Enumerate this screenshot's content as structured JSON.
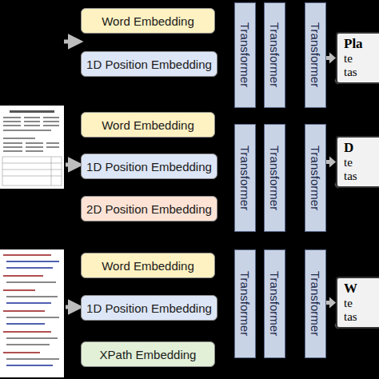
{
  "diagram": {
    "nodes": [
      {
        "text": [
          "Word Embedding"
        ]
      },
      {
        "text": [
          "1D Position Embedding"
        ]
      },
      {
        "text": [
          "Transformer"
        ]
      },
      {
        "text": [
          "Transformer"
        ]
      },
      {
        "text": [
          "Transformer"
        ]
      },
      {
        "text": [
          "Pla",
          "te tas"
        ]
      },
      {
        "text": [
          "Word Embedding"
        ]
      },
      {
        "text": [
          "1D Position Embedding"
        ]
      },
      {
        "text": [
          "2D Position Embedding"
        ]
      },
      {
        "text": [
          "Transformer"
        ]
      },
      {
        "text": [
          "Transformer"
        ]
      },
      {
        "text": [
          "Transformer"
        ]
      },
      {
        "text": [
          "D",
          "te tas"
        ]
      },
      {
        "text": [
          "Word Embedding"
        ]
      },
      {
        "text": [
          "1D Position Embedding"
        ]
      },
      {
        "text": [
          "XPath Embedding"
        ]
      },
      {
        "text": [
          "Transformer"
        ]
      },
      {
        "text": [
          "Transformer"
        ]
      },
      {
        "text": [
          "Transformer"
        ]
      },
      {
        "text": [
          "W",
          "te tas"
        ]
      }
    ],
    "edges": [
      {
        "from": 4,
        "to": 5,
        "arrow": "to"
      },
      {
        "from": 11,
        "to": 12,
        "arrow": "to"
      },
      {
        "from": 18,
        "to": 19,
        "arrow": "to"
      }
    ]
  }
}
